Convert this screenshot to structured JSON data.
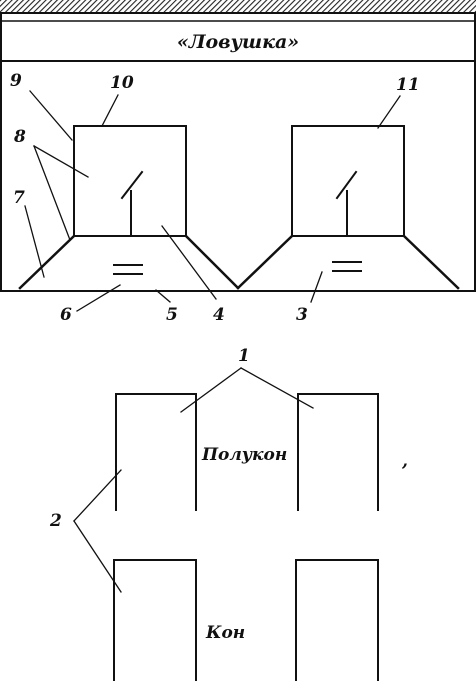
{
  "title": "«Ловушка»",
  "labels": {
    "n1": "1",
    "n2": "2",
    "n3": "3",
    "n4": "4",
    "n5": "5",
    "n6": "6",
    "n7": "7",
    "n8": "8",
    "n9": "9",
    "n10": "10",
    "n11": "11"
  },
  "words": {
    "polukon": "Полукон",
    "kon": "Кон"
  }
}
